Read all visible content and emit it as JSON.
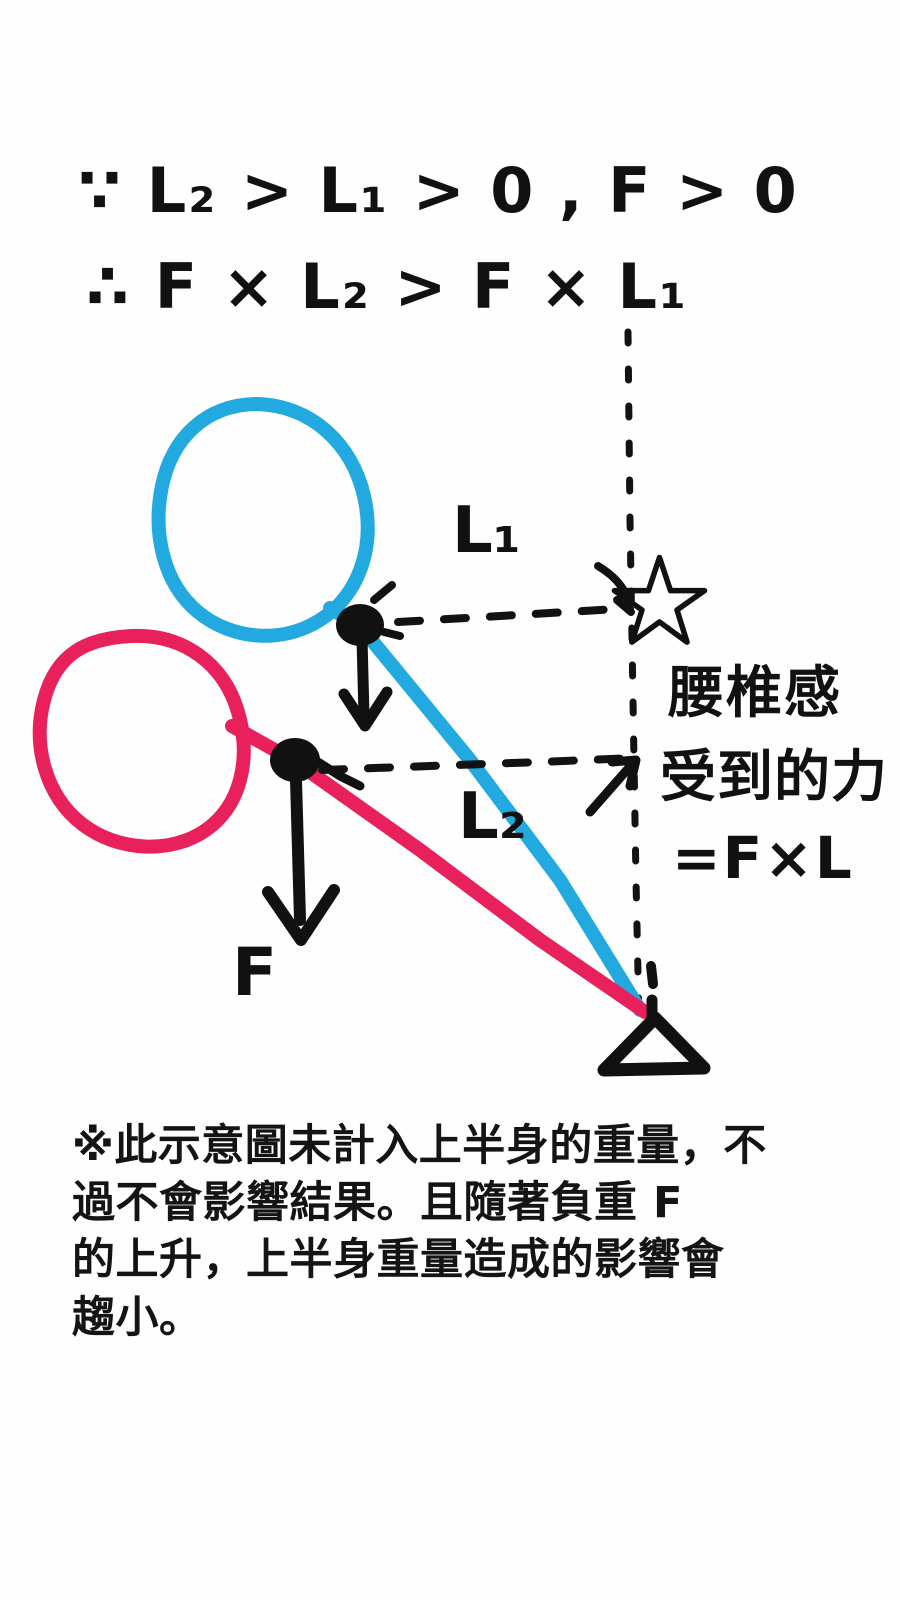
{
  "page": {
    "background_color": "#fefefe",
    "kind": "hand-drawn-physics-lever-diagram"
  },
  "colors": {
    "ink": "#111111",
    "blue": "#22A9E0",
    "pink": "#E8205B",
    "note_text": "#141414"
  },
  "equations": {
    "line1": "∵ L₂ > L₁ > 0 , F > 0",
    "line1_parts": {
      "because_symbol": "∵",
      "expr": "L₂ > L₁ > 0 , F > 0"
    },
    "line2": "∴ F × L₂ > F × L₁",
    "line2_parts": {
      "therefore_symbol": "∴",
      "expr": "F × L₂ > F × L₁"
    }
  },
  "diagram": {
    "labels": {
      "lever_arm_short": "L₁",
      "lever_arm_long": "L₂",
      "load_force": "F",
      "star_marker": "★"
    },
    "annotation": {
      "line1": "腰椎感",
      "line2": "受到的力",
      "line3": "=F×L",
      "full_text": "腰椎感受到的力 =F×L"
    },
    "elements": {
      "blue_body_circle": "upright-torso-circle",
      "pink_body_circle": "bent-torso-circle",
      "blue_lever": "short-moment-arm-lever",
      "pink_lever": "long-moment-arm-lever",
      "fulcrum": "lumbar-spine-fulcrum-triangle",
      "pivot_upper": "blue-load-point",
      "pivot_lower": "pink-load-point",
      "force_arrow_upper": "downward-force-arrow-blue",
      "force_arrow_lower": "downward-force-arrow-pink",
      "vertical_reference": "vertical-dashed-reference-line",
      "horizontal_reference_upper": "horizontal-dashed-L1-line",
      "horizontal_reference_lower": "horizontal-dashed-L2-line"
    }
  },
  "note": {
    "marker": "※",
    "line1": "※此示意圖未計入上半身的重量，不",
    "line2": "過不會影響結果。且隨著負重 F",
    "line3": "的上升，上半身重量造成的影響會",
    "line4": "趨小。",
    "full_text": "※此示意圖未計入上半身的重量，不過不會影響結果。且隨著負重 F 的上升，上半身重量造成的影響會趨小。"
  }
}
